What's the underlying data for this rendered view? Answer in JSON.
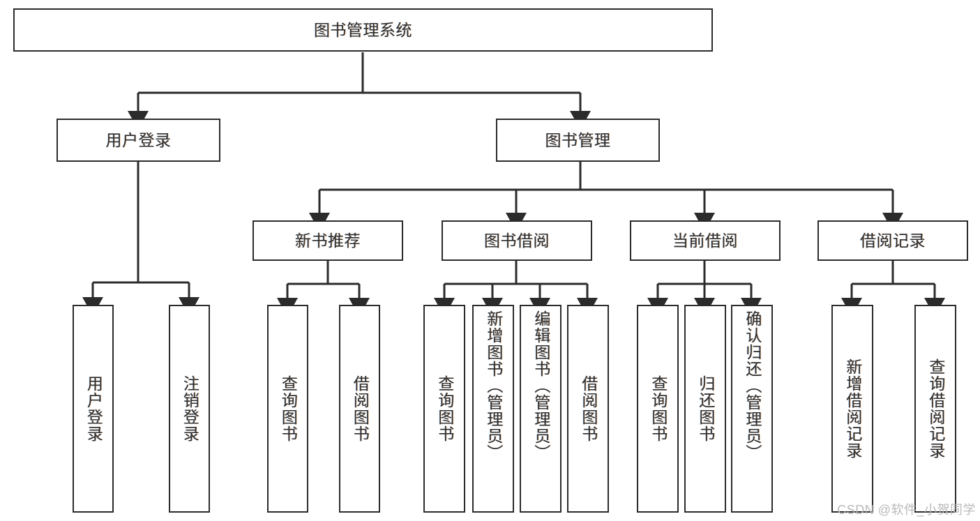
{
  "diagram": {
    "title": "图书管理系统",
    "type": "tree",
    "watermark": "CSDN @软件_小贺同学",
    "colors": {
      "box_border": "#2b2b2b",
      "box_fill": "#ffffff",
      "text": "#2f2f2f",
      "connector": "#2b2b2b",
      "watermark": "#b9b9b9",
      "background": "#ffffff"
    },
    "root": {
      "label": "图书管理系统"
    },
    "level1": [
      {
        "label": "用户登录"
      },
      {
        "label": "图书管理"
      }
    ],
    "level2": [
      {
        "label": "新书推荐"
      },
      {
        "label": "图书借阅"
      },
      {
        "label": "当前借阅"
      },
      {
        "label": "借阅记录"
      }
    ],
    "leaves": {
      "user_login": [
        {
          "label": "用户登录"
        },
        {
          "label": "注销登录"
        }
      ],
      "new_book_recommend": [
        {
          "label": "查询图书"
        },
        {
          "label": "借阅图书"
        }
      ],
      "book_borrow": [
        {
          "label": "查询图书"
        },
        {
          "label": "新增图书（管理员）"
        },
        {
          "label": "编辑图书（管理员）"
        },
        {
          "label": "借阅图书"
        }
      ],
      "current_borrow": [
        {
          "label": "查询图书"
        },
        {
          "label": "归还图书"
        },
        {
          "label": "确认归还（管理员）"
        }
      ],
      "borrow_record": [
        {
          "label": "新增借阅记录"
        },
        {
          "label": "查询借阅记录"
        }
      ]
    }
  }
}
